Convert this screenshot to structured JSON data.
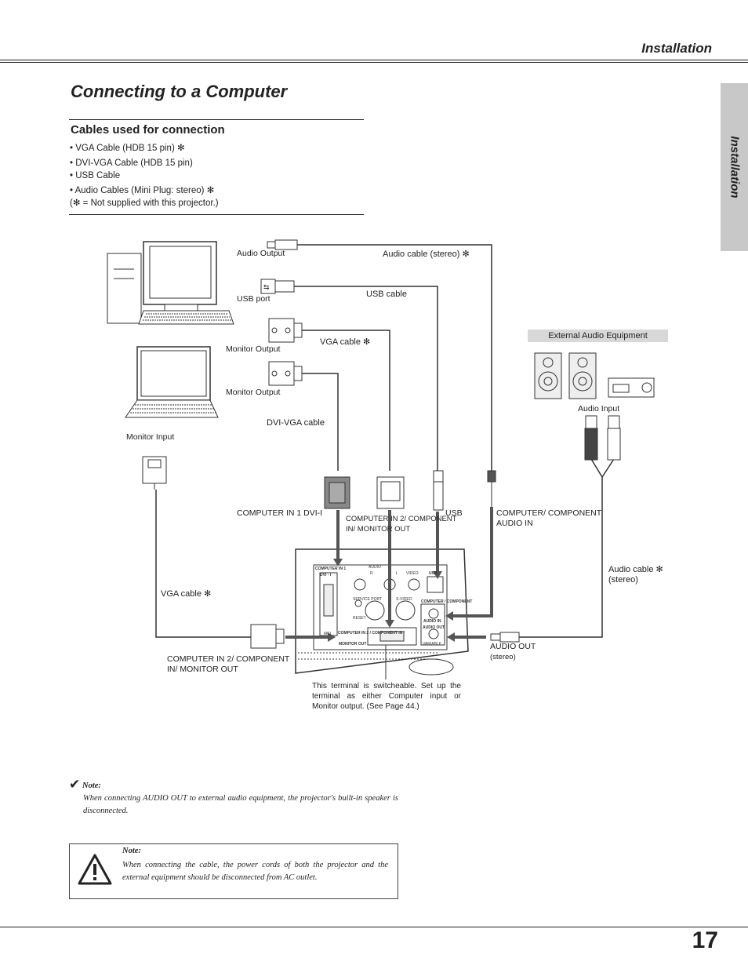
{
  "header": {
    "section": "Installation"
  },
  "side_tab": {
    "label": "Installation"
  },
  "title": "Connecting to a Computer",
  "cables": {
    "heading": "Cables used for connection",
    "items": [
      "• VGA Cable (HDB 15 pin) ✻",
      "• DVI-VGA Cable (HDB 15 pin)",
      "• USB Cable",
      "• Audio Cables (Mini Plug: stereo)  ✻"
    ],
    "footnote": "(✻ = Not supplied with this projector.)"
  },
  "diagram": {
    "audio_output": "Audio Output",
    "audio_cable": "Audio cable (stereo) ✻",
    "usb_port": "USB port",
    "usb_cable": "USB cable",
    "monitor_output_1": "Monitor Output",
    "vga_cable_top": "VGA cable ✻",
    "monitor_output_2": "Monitor Output",
    "dvi_vga_cable": "DVI-VGA cable",
    "monitor_input": "Monitor Input",
    "external_audio": "External Audio Equipment",
    "audio_input": "Audio Input",
    "computer_in_1_dvi": "COMPUTER IN 1 DVI-I",
    "computer_in_2_a": "COMPUTER IN 2/ COMPONENT",
    "computer_in_2_b": "IN/ MONITOR OUT",
    "usb": "USB",
    "computer_component_audio_a": "COMPUTER/ COMPONENT",
    "computer_component_audio_b": "AUDIO IN",
    "audio_cable_right_a": "Audio cable ✻",
    "audio_cable_right_b": "(stereo)",
    "vga_cable_left": "VGA cable ✻",
    "computer_in_2_left_a": "COMPUTER IN 2/ COMPONENT",
    "computer_in_2_left_b": "IN/ MONITOR OUT",
    "audio_out_a": "AUDIO OUT",
    "audio_out_b": "(stereo)",
    "switch_note": "This terminal is switcheable. Set up the terminal as either Computer input or Monitor output.  (See Page 44.)"
  },
  "panel": {
    "computer_in_1": "COMPUTER  IN  1",
    "dvi_i": "DVI - I",
    "audio": "AUDIO",
    "r": "R",
    "l": "L",
    "video": "VIDEO",
    "usb": "USB",
    "service_port": "SERVICE PORT",
    "s_video": "S-VIDEO",
    "reset": "RESET",
    "computer_component": "COMPUTER / COMPONENT",
    "audio_in": "AUDIO  IN",
    "audio_out": "AUDIO  OUT",
    "variable": "VARIABLE",
    "computer_in_2": "COMPUTER IN 2 / COMPONENT IN /",
    "monitor_out": "MONITOR  OUT",
    "mci": "MCI"
  },
  "note1": {
    "title": "Note:",
    "body": "When connecting AUDIO OUT to external audio equipment, the projector's built-in speaker is disconnected."
  },
  "note2": {
    "title": "Note:",
    "body": "When connecting the cable, the power cords of both the projector and the external equipment should be disconnected from AC outlet."
  },
  "page_number": "17"
}
